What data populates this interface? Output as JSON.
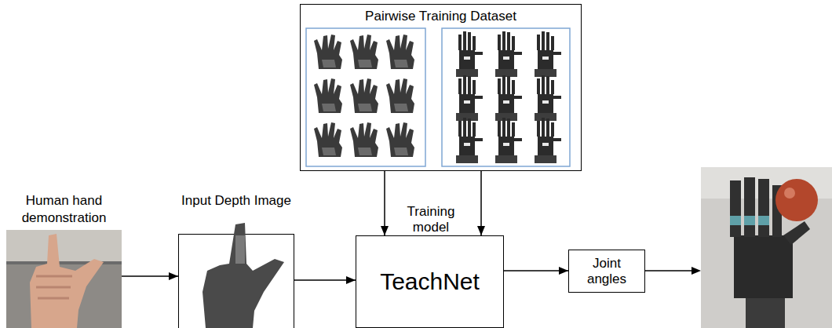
{
  "diagram": {
    "nodes": [
      {
        "text": [
          "Pairwise Training Dataset"
        ]
      },
      {
        "text": [
          "Human hand demonstration"
        ]
      },
      {
        "text": [
          "Input Depth Image"
        ]
      },
      {
        "text": [
          "TeachNet"
        ]
      },
      {
        "text": [
          "Joint angles"
        ]
      }
    ],
    "edges": [
      {
        "from": 1,
        "to": 2,
        "arrow": "to"
      },
      {
        "from": 2,
        "to": 3,
        "arrow": "to"
      },
      {
        "from": 0,
        "to": 3,
        "arrow": "to"
      },
      {
        "from": 0,
        "to": 3,
        "arrow": "to"
      },
      {
        "from": 3,
        "to": 4,
        "arrow": "to"
      }
    ],
    "labels": [
      "Training model"
    ]
  }
}
